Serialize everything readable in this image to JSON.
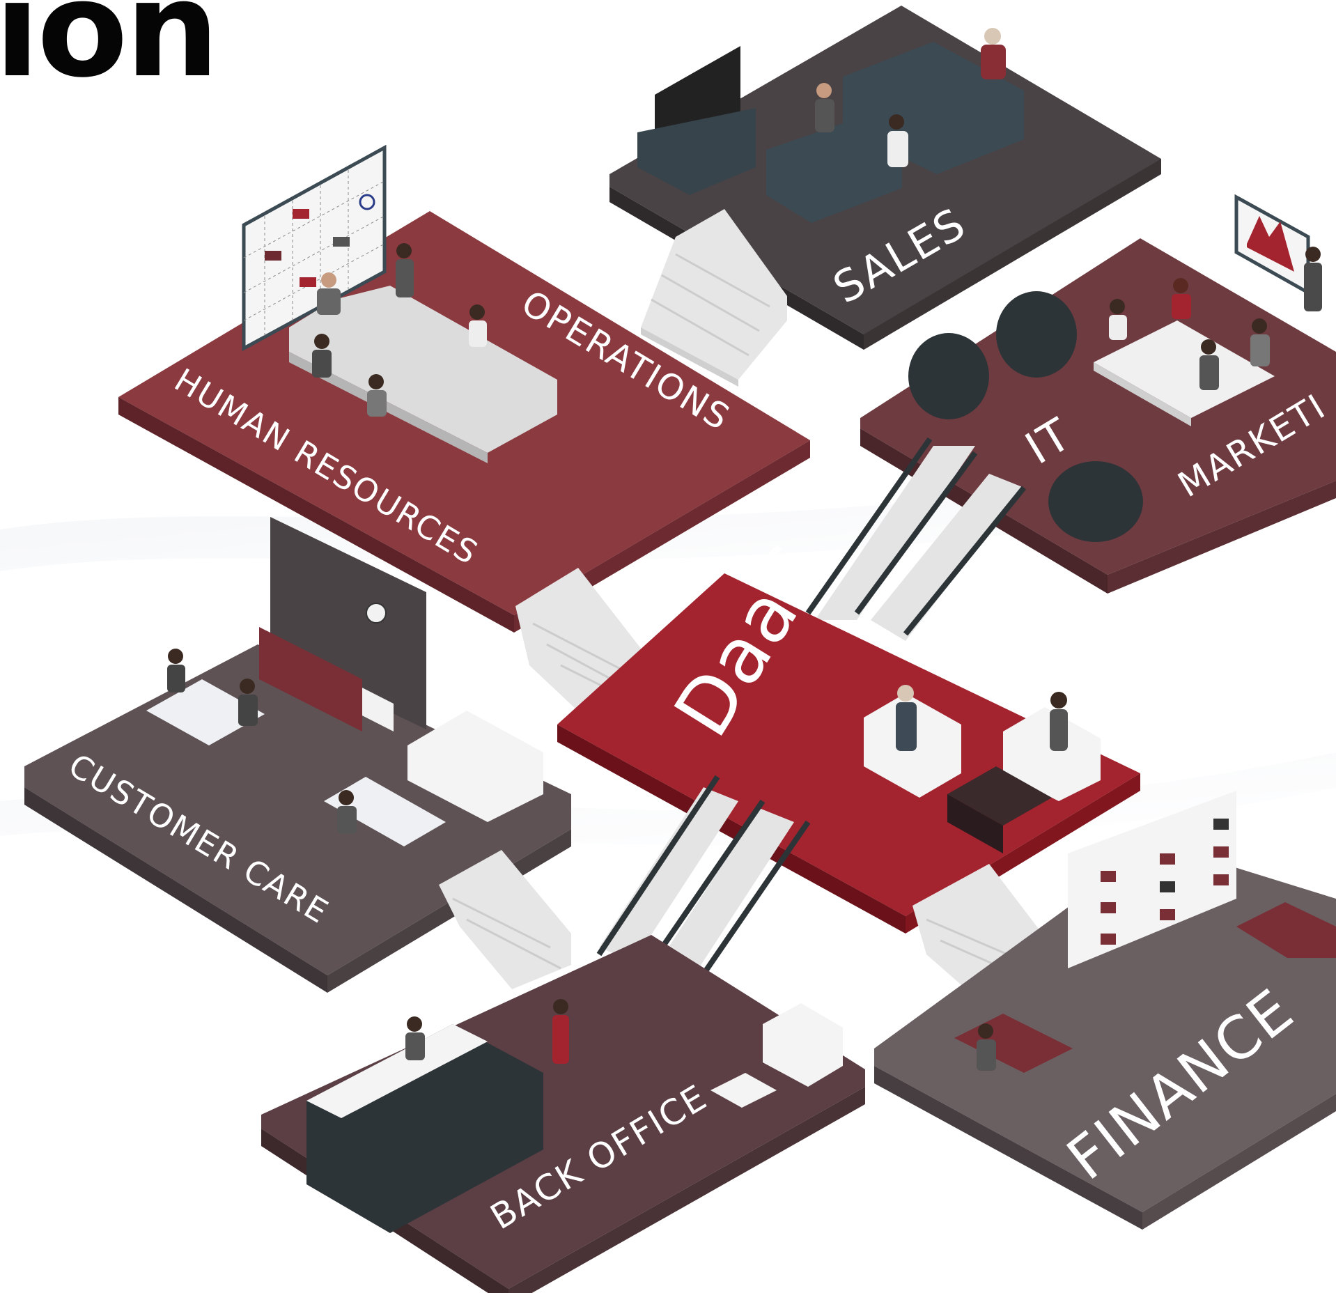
{
  "heading": "ion",
  "departments": [
    {
      "id": "sales",
      "label": "SALES",
      "color": "#4a4345"
    },
    {
      "id": "operations",
      "label": "OPERATIONS",
      "color": "#8b3a40"
    },
    {
      "id": "human-resources",
      "label": "HUMAN RESOURCES",
      "color": "#8b3a40"
    },
    {
      "id": "it",
      "label": "IT",
      "color": "#6e3b40"
    },
    {
      "id": "marketing",
      "label": "MARKETI",
      "color": "#6e3b40"
    },
    {
      "id": "daas",
      "label": "DaaS",
      "color": "#a3232e"
    },
    {
      "id": "customer-care",
      "label": "CUSTOMER CARE",
      "color": "#5e5254"
    },
    {
      "id": "back-office",
      "label": "BACK OFFICE",
      "color": "#5b3f44"
    },
    {
      "id": "finance",
      "label": "FINANCE",
      "color": "#6a5f61"
    }
  ]
}
